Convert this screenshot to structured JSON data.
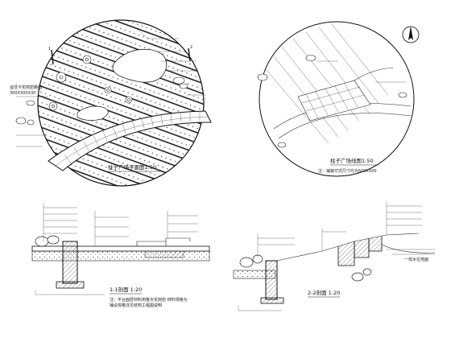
{
  "plans": {
    "left_title": "柱子广场平面图1:50",
    "right_title": "柱子广场线图1:50",
    "right_note": "注：铺装付式尺寸均为500X500",
    "left_note_1": "运径卡花岗岩路面",
    "left_note_2": "300X300X30"
  },
  "sections": {
    "left_title": "1-1剖面 1:20",
    "left_note_1": "注：平台面层材料用鲁灰花岗岩 材料规格为",
    "left_note_2": "铺设规格详见结构工程图说明",
    "right_title": "2-2剖面 1:20",
    "right_note": "一低水位地面"
  },
  "north_arrow_label": "N"
}
